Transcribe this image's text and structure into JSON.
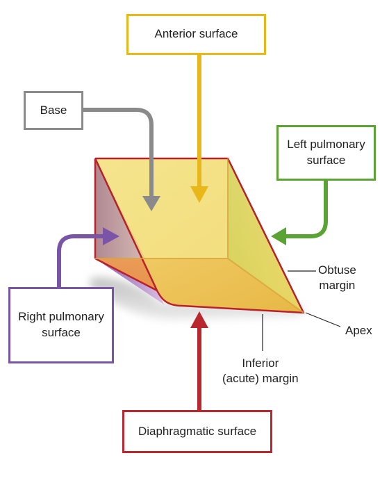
{
  "labels": {
    "anterior_surface": "Anterior surface",
    "base": "Base",
    "left_pulmonary_surface": [
      "Left pulmonary",
      "surface"
    ],
    "right_pulmonary_surface": [
      "Right pulmonary",
      "surface"
    ],
    "diaphragmatic_surface": "Diaphragmatic surface",
    "obtuse_margin": [
      "Obtuse",
      "margin"
    ],
    "apex": "Apex",
    "inferior_margin": [
      "Inferior",
      "(acute) margin"
    ]
  },
  "colors": {
    "anterior_surface": "#f5dc6a",
    "left_pulmonary_surface": "#7cb84a",
    "right_pulmonary_surface": "#8f5aa8",
    "diaphragmatic_surface": "#e8893a",
    "base": "#7a7a7a",
    "anterior_arrow": "#e8b81a",
    "left_arrow": "#5aa334",
    "right_arrow": "#7a55a6",
    "diaphragmatic_arrow": "#b8282e",
    "outline": "#b8202a",
    "shadow": "#cfcfcf"
  }
}
